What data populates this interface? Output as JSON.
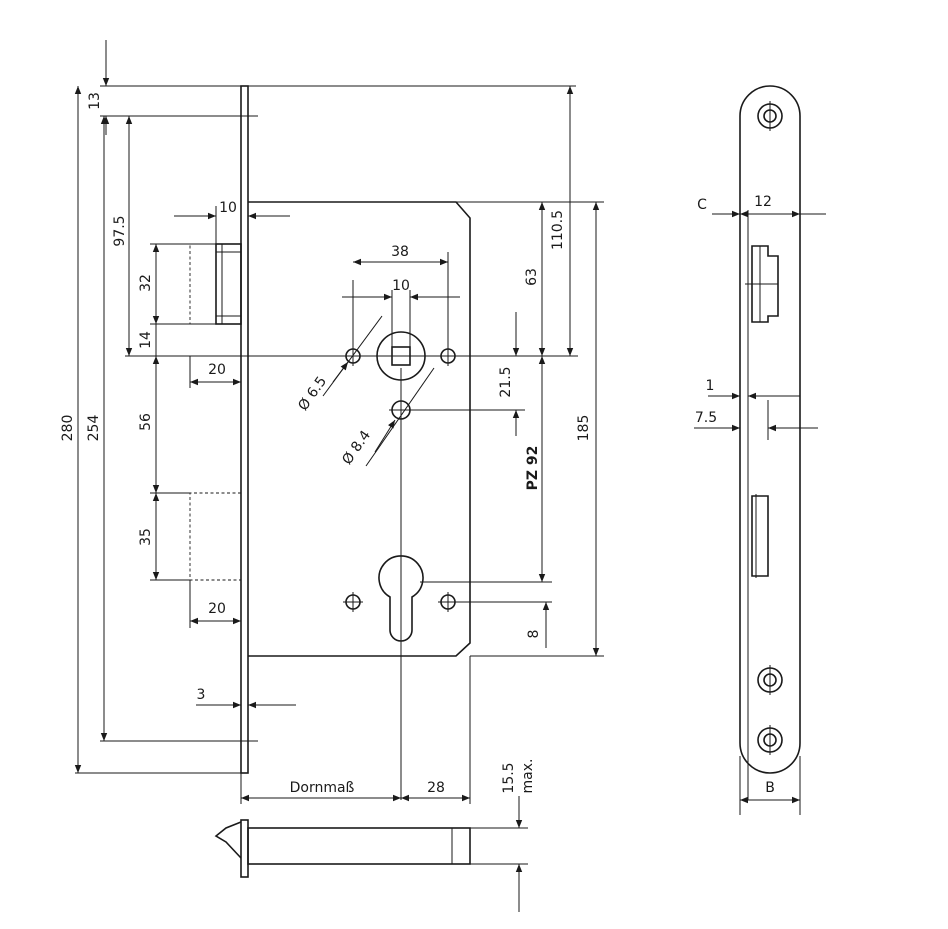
{
  "drawing": {
    "dimensions": {
      "d13": "13",
      "d280": "280",
      "d254": "254",
      "d97_5": "97.5",
      "d32": "32",
      "d14": "14",
      "d10_front": "10",
      "d20_upper": "20",
      "d56": "56",
      "d35": "35",
      "d20_lower": "20",
      "d3": "3",
      "d38": "38",
      "d10_spindle": "10",
      "dia6_5": "Ø 6.5",
      "dia8_4": "Ø 8.4",
      "d63": "63",
      "d110_5": "110.5",
      "d21_5": "21.5",
      "d185": "185",
      "d8": "8",
      "pz": "PZ 92",
      "dornmass": "Dornmaß",
      "d28": "28",
      "d15_5": "15.5",
      "max": "max.",
      "side_c": "C",
      "side_12": "12",
      "side_1": "1",
      "side_7_5": "7.5",
      "side_b": "B"
    }
  }
}
